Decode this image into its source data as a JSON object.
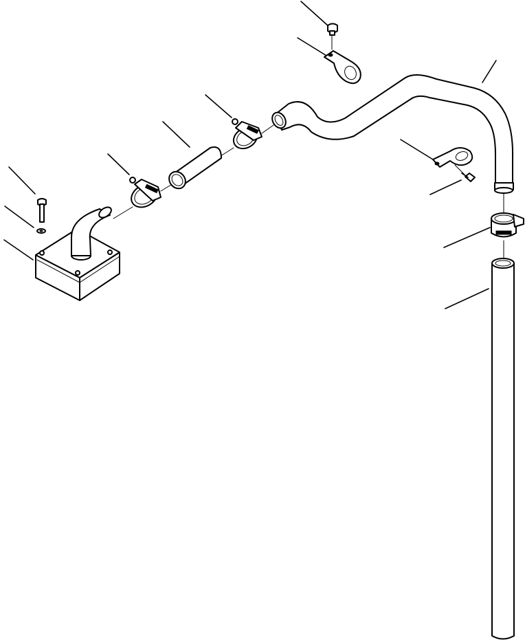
{
  "diagram": {
    "kind": "exploded parts view",
    "parts": [
      {
        "id": "muffler",
        "label": ""
      },
      {
        "id": "elbow-pipe",
        "label": ""
      },
      {
        "id": "bolt",
        "label": ""
      },
      {
        "id": "washer",
        "label": ""
      },
      {
        "id": "clamp",
        "label": ""
      },
      {
        "id": "connector-tube",
        "label": ""
      },
      {
        "id": "upper-pipe",
        "label": ""
      },
      {
        "id": "mounting-bracket",
        "label": ""
      },
      {
        "id": "tail-pipe",
        "label": ""
      }
    ],
    "callout_count": 12
  }
}
